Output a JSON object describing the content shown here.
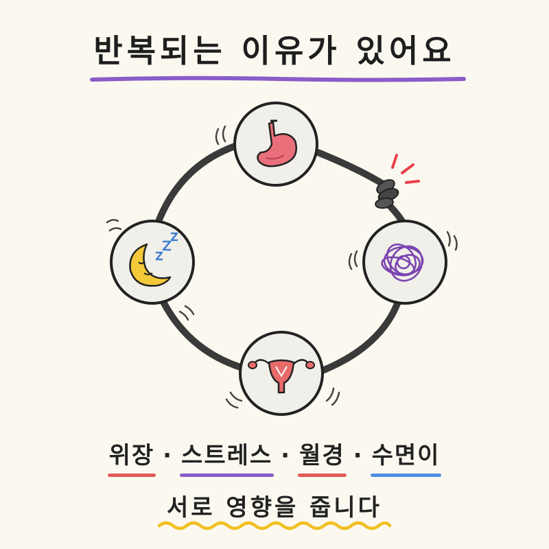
{
  "title": "반복되는 이유가 있어요",
  "cycle_nodes": [
    {
      "name": "위장",
      "icon": "stomach-icon"
    },
    {
      "name": "스트레스",
      "icon": "tangled-scribble-icon"
    },
    {
      "name": "월경",
      "icon": "uterus-icon"
    },
    {
      "name": "수면",
      "icon": "sleeping-moon-icon"
    }
  ],
  "caption": {
    "terms": [
      {
        "text": "위장",
        "underline_color": "#e05a5a"
      },
      {
        "text": "스트레스",
        "underline_color": "#8a5cc8"
      },
      {
        "text": "월경",
        "underline_color": "#e05a5a"
      },
      {
        "text": "수면이",
        "underline_color": "#4a8fe0"
      }
    ],
    "separator": "·",
    "line2": "서로 영향을 줍니다"
  },
  "colors": {
    "title_underline": "#8a5cc8",
    "wavy_underline": "#f0c020",
    "rope": "#3a3a3a",
    "stomach": "#e9707a",
    "stress": "#7a44b0",
    "uterus": "#e05a5a",
    "moon": "#f3c93a",
    "zzz": "#3f7fd0",
    "alert_marks": "#e8404a"
  }
}
